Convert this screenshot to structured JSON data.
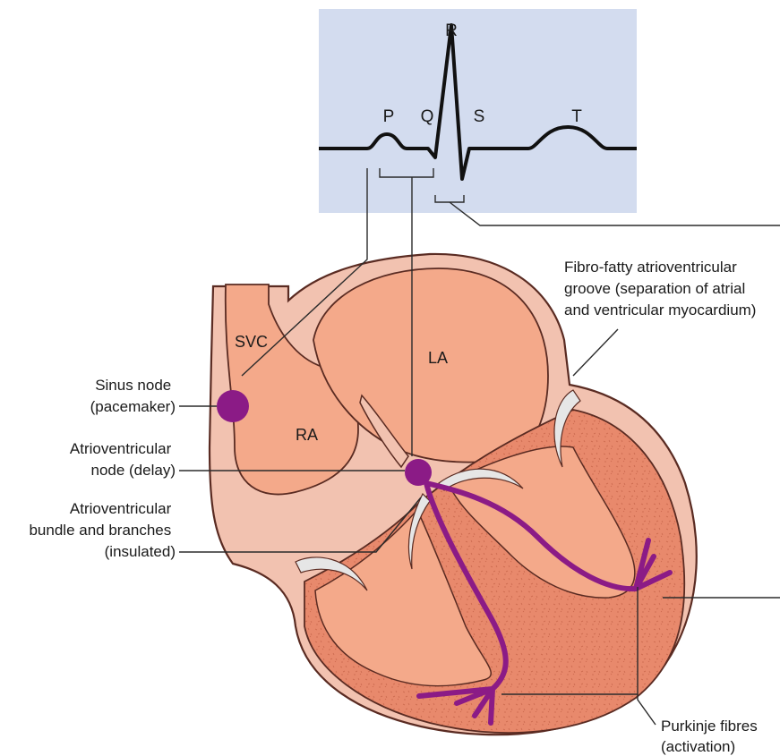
{
  "ecg": {
    "waves": {
      "p": "P",
      "q": "Q",
      "r": "R",
      "s": "S",
      "t": "T"
    }
  },
  "chambers": {
    "svc": "SVC",
    "ra": "RA",
    "la": "LA"
  },
  "labels": {
    "sinus_node": [
      "Sinus node",
      "(pacemaker)"
    ],
    "av_node": [
      "Atrioventricular",
      "node (delay)"
    ],
    "av_bundle": [
      "Atrioventricular",
      "bundle and branches",
      "(insulated)"
    ],
    "av_groove": [
      "Fibro-fatty atrioventricular",
      "groove (separation of atrial",
      "and ventricular myocardium)"
    ],
    "purkinje": [
      "Purkinje fibres",
      "(activation)"
    ]
  },
  "colors": {
    "ecg_panel": "#d3dcef",
    "pericardium": "#f2c2b0",
    "chamber": "#f4a98a",
    "myocardium": "#e8896c",
    "conduction": "#8b1b86",
    "groove": "#e6e6e6",
    "outline": "#5a2b22"
  }
}
